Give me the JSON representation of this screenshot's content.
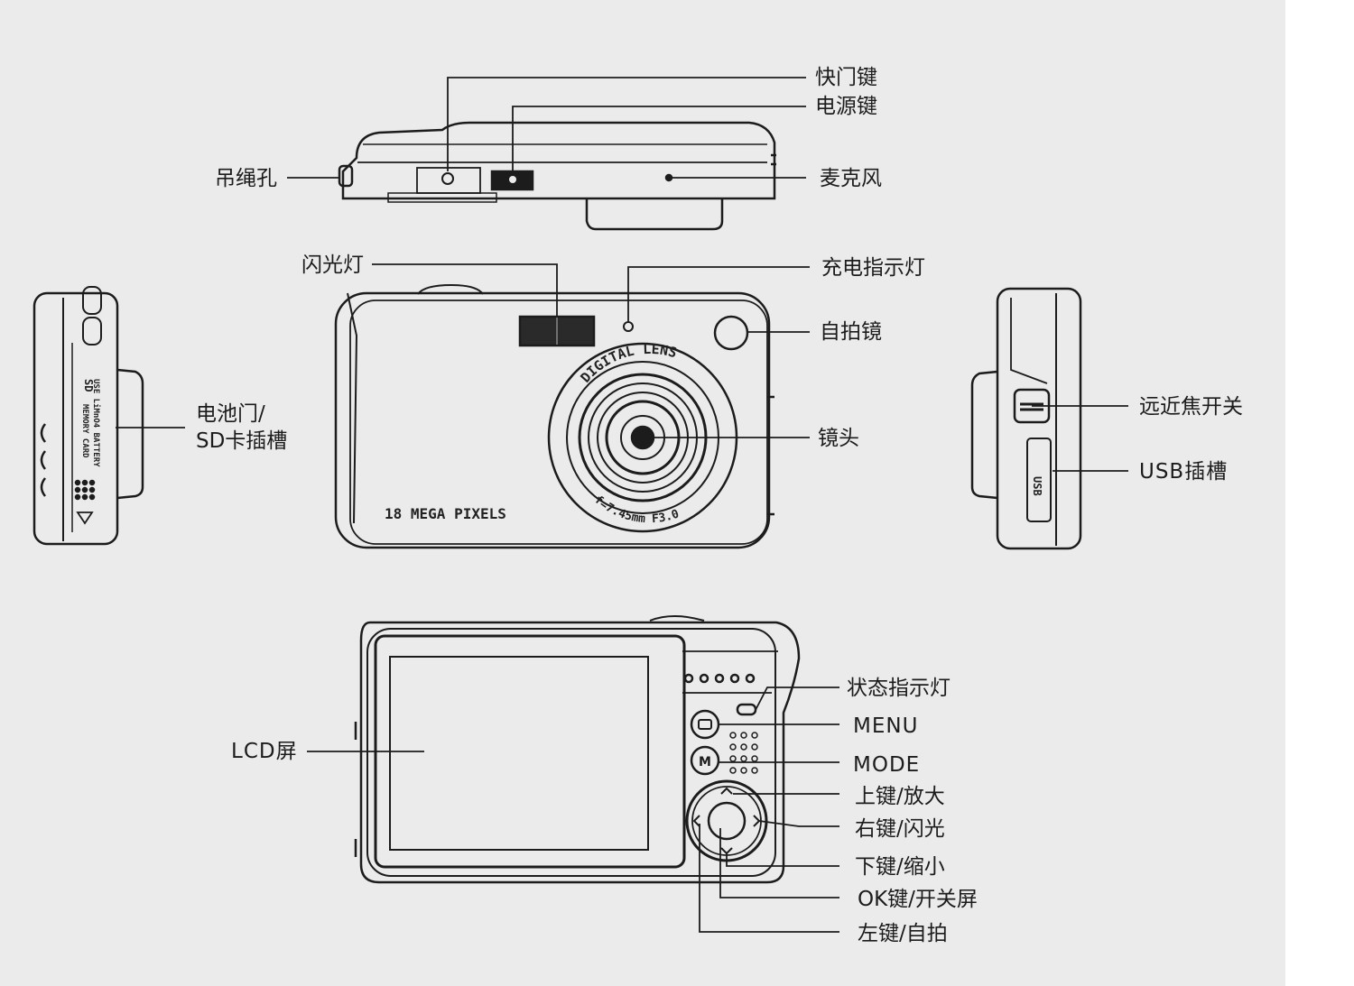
{
  "labels": {
    "shutter": "快门键",
    "power": "电源键",
    "strap_hole": "吊绳孔",
    "microphone": "麦克风",
    "flash": "闪光灯",
    "charge_indicator": "充电指示灯",
    "selfie_mirror": "自拍镜",
    "battery_door_1": "电池门/",
    "battery_door_2": "SD卡插槽",
    "lens": "镜头",
    "focus_switch": "远近焦开关",
    "usb_slot": "USB插槽",
    "status_indicator": "状态指示灯",
    "menu": "MENU",
    "mode": "MODE",
    "lcd": "LCD屏",
    "up_key": "上键/放大",
    "right_key": "右键/闪光",
    "down_key": "下键/缩小",
    "ok_key": "OK键/开关屏",
    "left_key": "左键/自拍"
  },
  "camera_text": {
    "mega_pixels": "18 MEGA PIXELS",
    "digital_lens": "DIGITAL LENS",
    "focal": "f=7.45mm F3.0",
    "usb": "USB",
    "side_battery": "USE LiMnO4 BATTERY",
    "side_memory": "MEMORY CARD",
    "sd_logo": "SD"
  },
  "colors": {
    "background": "#ebebeb",
    "line": "#1c1c1c",
    "flash_fill": "#2a2a2a"
  }
}
